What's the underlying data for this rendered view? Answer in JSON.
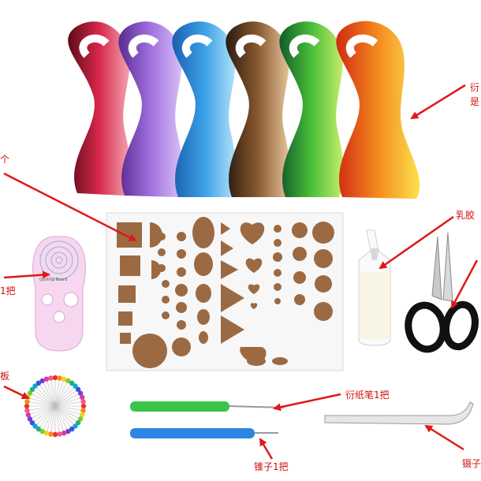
{
  "labels": {
    "quilling_strips": "衍",
    "quilling_strips_2": "是",
    "count_suffix": "个",
    "glue": "乳胶",
    "crimper_count": "1把",
    "pins_board": "板",
    "slotted_tool": "衍纸笔1把",
    "awl": "锥子1把",
    "tweezers": "镊子"
  },
  "template_brand": "Quilling Board",
  "colors": {
    "arrow": "#e01818",
    "cork": "#9b6a43",
    "board": "#f7f7f7"
  }
}
